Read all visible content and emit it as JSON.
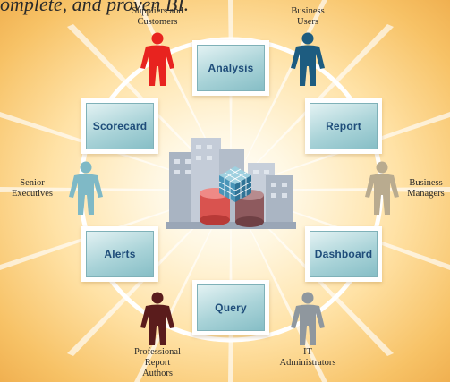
{
  "tagline": "omplete, and proven BI.",
  "modules": [
    {
      "label": "Analysis"
    },
    {
      "label": "Scorecard"
    },
    {
      "label": "Report"
    },
    {
      "label": "Alerts"
    },
    {
      "label": "Dashboard"
    },
    {
      "label": "Query"
    }
  ],
  "people": [
    {
      "label_lines": [
        "Suppliers and",
        "Customers"
      ],
      "color": "#e8231f",
      "icon": "person-icon"
    },
    {
      "label_lines": [
        "Business",
        "Users"
      ],
      "color": "#1d5c80",
      "icon": "person-icon"
    },
    {
      "label_lines": [
        "Senior",
        "Executives"
      ],
      "color": "#7fb9c6",
      "icon": "person-icon"
    },
    {
      "label_lines": [
        "Business",
        "Managers"
      ],
      "color": "#b9ab8f",
      "icon": "person-icon"
    },
    {
      "label_lines": [
        "Professional",
        "Report",
        "Authors"
      ],
      "color": "#5a1c1c",
      "icon": "person-icon"
    },
    {
      "label_lines": [
        "IT",
        "Administrators"
      ],
      "color": "#8f979e",
      "icon": "person-icon"
    }
  ],
  "colors": {
    "module_text": "#1f4d7a",
    "ring": "#ffffff",
    "background_edge": "#f0b050"
  }
}
